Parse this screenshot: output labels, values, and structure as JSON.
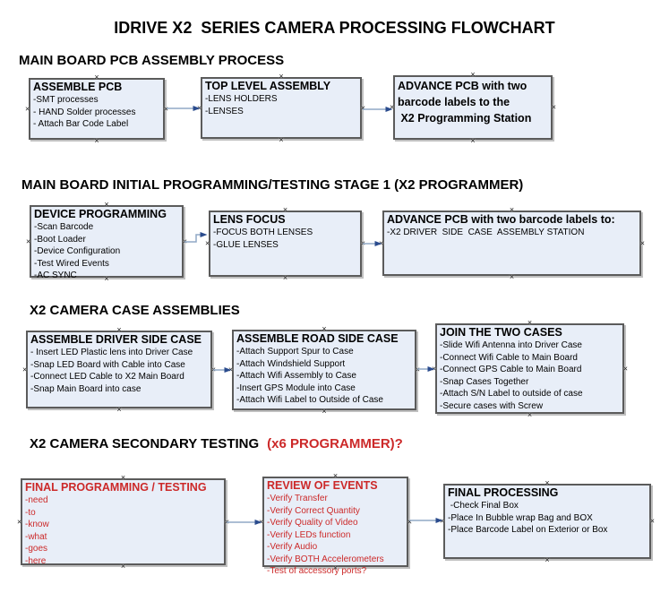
{
  "title": "IDRIVE X2  SERIES CAMERA PROCESSING FLOWCHART",
  "colors": {
    "box_fill": "#e8eef8",
    "box_border": "#5b5b5b",
    "arrow_line": "#90a9c6",
    "arrow_head": "#2a4b8d",
    "accent_red": "#cc2929",
    "text_black": "#000000"
  },
  "icons": {
    "connection_point": "x-marker-icon",
    "connector": "right-arrow-icon"
  },
  "sections": [
    {
      "header": "MAIN BOARD PCB ASSEMBLY PROCESS",
      "boxes": [
        {
          "title": "ASSEMBLE PCB",
          "items": [
            "-SMT processes",
            "- HAND Solder processes",
            "- Attach Bar Code Label"
          ]
        },
        {
          "title": "TOP LEVEL ASSEMBLY",
          "items": [
            "-LENS HOLDERS",
            "-LENSES"
          ]
        },
        {
          "title": "ADVANCE PCB with two\nbarcode labels to the\n X2 Programming Station",
          "items": []
        }
      ]
    },
    {
      "header": "MAIN BOARD INITIAL PROGRAMMING/TESTING STAGE 1 (X2 PROGRAMMER)",
      "boxes": [
        {
          "title": "DEVICE PROGRAMMING",
          "items": [
            "-Scan Barcode",
            "-Boot Loader",
            "-Device Configuration",
            "-Test Wired Events",
            "-AC SYNC"
          ]
        },
        {
          "title": "LENS FOCUS",
          "items": [
            "-FOCUS BOTH LENSES",
            "-GLUE LENSES"
          ]
        },
        {
          "title": "ADVANCE PCB with two barcode labels to:",
          "items": [
            "-X2 DRIVER  SIDE  CASE  ASSEMBLY STATION"
          ]
        }
      ]
    },
    {
      "header": "X2 CAMERA CASE ASSEMBLIES",
      "boxes": [
        {
          "title": "ASSEMBLE DRIVER SIDE CASE",
          "items": [
            "- Insert LED Plastic lens into Driver Case",
            "-Snap LED Board with Cable into Case",
            "-Connect LED Cable to X2 Main Board",
            "-Snap Main Board into case"
          ]
        },
        {
          "title": "ASSEMBLE ROAD SIDE CASE",
          "items": [
            "-Attach Support Spur to Case",
            "-Attach Windshield Support",
            "-Attach Wifi Assembly to Case",
            "-Insert GPS Module into Case",
            "-Attach Wifi Label to Outside of Case"
          ]
        },
        {
          "title": "JOIN THE TWO CASES",
          "items": [
            "-Slide Wifi Antenna into Driver Case",
            "-Connect Wifi Cable to Main Board",
            "-Connect GPS Cable to Main Board",
            "-Snap Cases Together",
            "-Attach S/N Label to outside of case",
            "-Secure cases with Screw"
          ]
        }
      ]
    },
    {
      "header": "X2 CAMERA SECONDARY TESTING",
      "header_red": "(x6 PROGRAMMER)?",
      "boxes": [
        {
          "title": "FINAL PROGRAMMING / TESTING",
          "items": [
            "-need",
            "-to",
            "-know",
            "-what",
            "-goes",
            "-here"
          ]
        },
        {
          "title": "REVIEW OF EVENTS",
          "items": [
            "-Verify Transfer",
            "-Verify Correct Quantity",
            "-Verify Quality of Video",
            "-Verify LEDs function",
            "-Verify Audio",
            "-Verify BOTH Accelerometers",
            "-Test of accessory ports?"
          ]
        },
        {
          "title": "FINAL PROCESSING",
          "items": [
            " -Check Final Box",
            "-Place In Bubble wrap Bag and BOX",
            "-Place Barcode Label on Exterior or Box"
          ]
        }
      ]
    }
  ]
}
